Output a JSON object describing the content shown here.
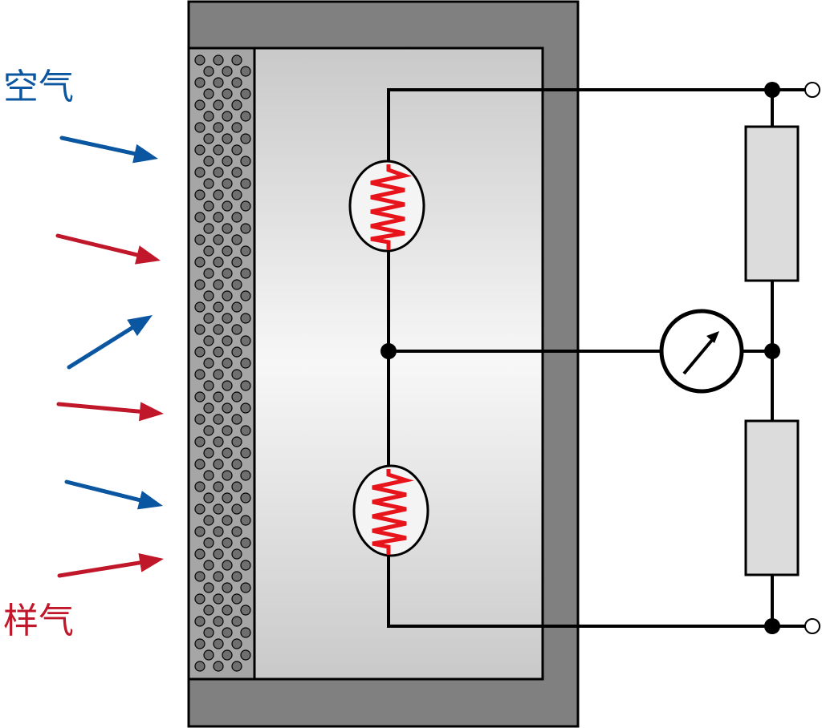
{
  "labels": {
    "air": "空气",
    "sample_gas": "样气"
  },
  "colors": {
    "air": "#0a56a0",
    "sample_gas": "#c0182a",
    "housing": "#808080",
    "filter": "#a6a6a6",
    "pore": "#6f6f6f",
    "resistor_body": "#dcdcdc",
    "heating_element": "#e8141c",
    "wire": "#000000"
  },
  "arrows": [
    {
      "gas": "air"
    },
    {
      "gas": "sample_gas"
    },
    {
      "gas": "air"
    },
    {
      "gas": "sample_gas"
    },
    {
      "gas": "air"
    },
    {
      "gas": "sample_gas"
    }
  ],
  "components": {
    "sensing_elements": 2,
    "fixed_resistors": 2,
    "meter_icon": "meter-icon"
  }
}
